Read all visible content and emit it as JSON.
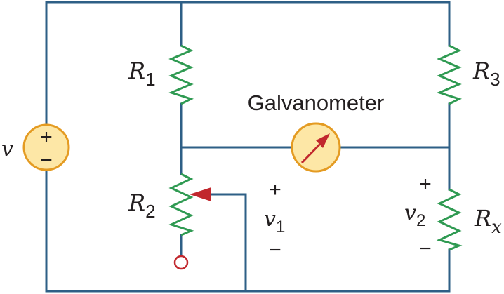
{
  "diagram": {
    "title": "",
    "source_label": "v",
    "source_plus": "+",
    "source_minus": "−",
    "r1": {
      "letter": "R",
      "sub": "1"
    },
    "r2": {
      "letter": "R",
      "sub": "2"
    },
    "r3": {
      "letter": "R",
      "sub": "3"
    },
    "rx": {
      "letter": "R",
      "sub": "x"
    },
    "galvanometer_label": "Galvanometer",
    "v1": {
      "plus": "+",
      "letter": "v",
      "sub": "1",
      "minus": "−"
    },
    "v2": {
      "plus": "+",
      "letter": "v",
      "sub": "2",
      "minus": "−"
    },
    "colors": {
      "wire": "#2e5f86",
      "resistor": "#2f9a52",
      "source_fill": "#fde7a6",
      "source_stroke": "#e49b22",
      "arrow": "#c1272d",
      "text": "#231f20"
    }
  }
}
